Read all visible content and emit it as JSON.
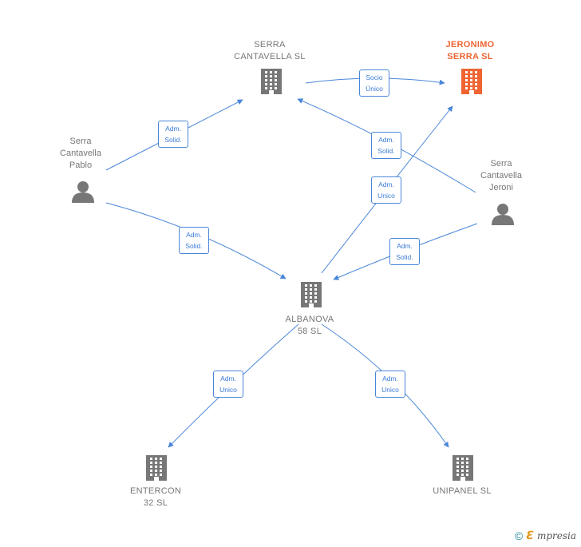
{
  "colors": {
    "edge": "#4a86d8",
    "company_icon": "#777777",
    "focus_company_icon": "#ee6533",
    "person_icon": "#777777"
  },
  "nodes": {
    "serra_cantavella_sl": {
      "label": "SERRA\nCANTAVELLA SL",
      "kind": "company"
    },
    "jeronimo_serra_sl": {
      "label": "JERONIMO\nSERRA SL",
      "kind": "company",
      "focus": true
    },
    "serra_cantavella_pablo": {
      "label": "Serra\nCantavella\nPablo",
      "kind": "person"
    },
    "serra_cantavella_jeroni": {
      "label": "Serra\nCantavella\nJeroni",
      "kind": "person"
    },
    "albanova_58_sl": {
      "label": "ALBANOVA\n58 SL",
      "kind": "company"
    },
    "entercon_32_sl": {
      "label": "ENTERCON\n32 SL",
      "kind": "company"
    },
    "unipanel_sl": {
      "label": "UNIPANEL SL",
      "kind": "company"
    }
  },
  "edges": [
    {
      "id": "e1",
      "label": "Socio\nÚnico"
    },
    {
      "id": "e2",
      "label": "Adm.\nSolid."
    },
    {
      "id": "e3",
      "label": "Adm.\nSolid."
    },
    {
      "id": "e4",
      "label": "Adm.\nUnico"
    },
    {
      "id": "e5",
      "label": "Adm.\nSolid."
    },
    {
      "id": "e6",
      "label": "Adm.\nSolid."
    },
    {
      "id": "e7",
      "label": "Adm.\nUnico"
    },
    {
      "id": "e8",
      "label": "Adm.\nUnico"
    }
  ],
  "footer": {
    "copyright_symbol": "©",
    "brand_initial": "ℇ",
    "brand_rest": "mpresia"
  }
}
